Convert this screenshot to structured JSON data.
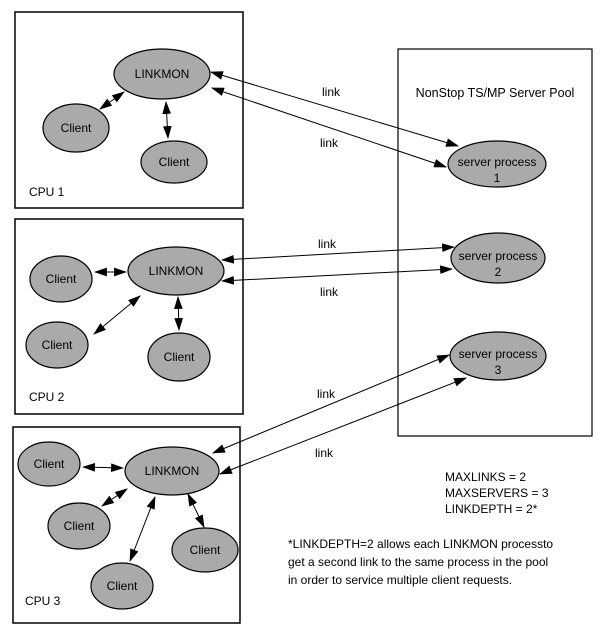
{
  "pool": {
    "title": "NonStop TS/MP Server Pool",
    "servers": [
      {
        "name": "server process",
        "number": "1"
      },
      {
        "name": "server process",
        "number": "2"
      },
      {
        "name": "server process",
        "number": "3"
      }
    ]
  },
  "cpus": [
    {
      "label": "CPU 1",
      "linkmon": "LINKMON",
      "clients": [
        "Client",
        "Client"
      ]
    },
    {
      "label": "CPU 2",
      "linkmon": "LINKMON",
      "clients": [
        "Client",
        "Client",
        "Client"
      ]
    },
    {
      "label": "CPU 3",
      "linkmon": "LINKMON",
      "clients": [
        "Client",
        "Client",
        "Client",
        "Client"
      ]
    }
  ],
  "link_labels": [
    "link",
    "link",
    "link",
    "link",
    "link",
    "link"
  ],
  "params": {
    "maxlinks": "MAXLINKS = 2",
    "maxservers": "MAXSERVERS = 3",
    "linkdepth": "LINKDEPTH = 2*"
  },
  "footnote": [
    "*LINKDEPTH=2 allows each LINKMON processto",
    "get a second link to the same process in the pool",
    "in order to service multiple client requests."
  ],
  "colors": {
    "node_fill": "#aaaaaa",
    "stroke": "#000000",
    "background": "#ffffff"
  }
}
